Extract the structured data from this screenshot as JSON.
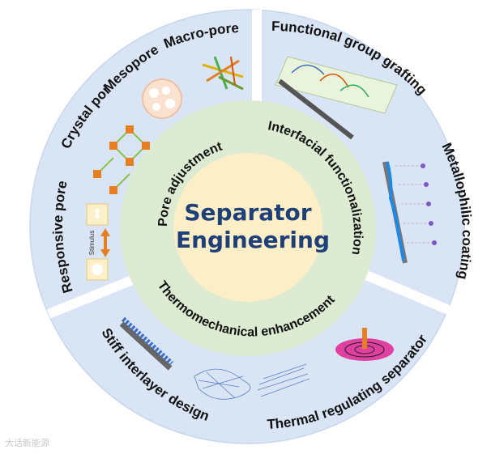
{
  "center": {
    "line1": "Separator",
    "line2": "Engineering"
  },
  "inner_ring": {
    "pore": "Pore adjustment",
    "interfacial": "Interfacial functionalization",
    "thermo": "Thermomechanical enhancement"
  },
  "outer_labels": {
    "macro_pore": "Macro-pore",
    "mesopore": "Mesopore",
    "crystal_pore": "Crystal pore",
    "responsive_pore": "Responsive pore",
    "functional_group": "Functional group grafting",
    "metallophilic": "Metallophilic coating",
    "stiff_interlayer": "Stiff interlayer design",
    "thermal_regulating": "Thermal regulating separator"
  },
  "icon_text": {
    "stimulus": "Stimulus"
  },
  "watermark": "大话新能源",
  "colors": {
    "outer_ring": "#d9e5f4",
    "inner_ring": "#dcebd2",
    "center": "#fcefc8",
    "center_text": "#1f3f78",
    "divider": "#ffffff"
  }
}
